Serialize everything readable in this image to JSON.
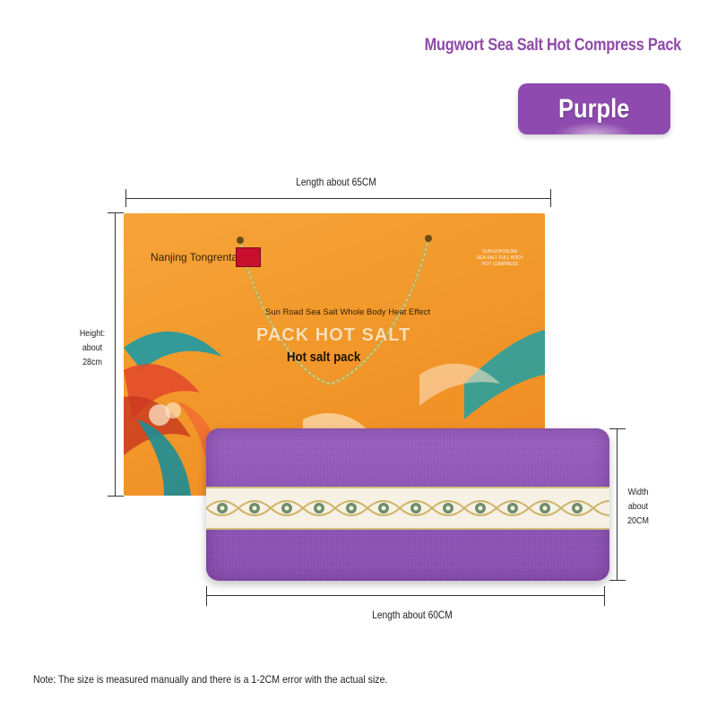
{
  "title": "Mugwort Sea Salt Hot Compress Pack",
  "color_option": {
    "label": "Purple",
    "color": "#8e4aae"
  },
  "dimensions": {
    "box_length": "Length about 65CM",
    "box_height": [
      "Height:",
      "about",
      "28cm"
    ],
    "pack_width": [
      "Width",
      "about",
      "20CM"
    ],
    "pack_length": "Length about 60CM"
  },
  "box": {
    "brand": "Nanjing Tongrentang",
    "small_text": [
      "SUN EXPOSURE",
      "SEA SALT FULL BODY",
      "HOT COMPRESS"
    ],
    "subtitle": "Sun Road Sea Salt Whole Body Heat Effect",
    "big_text": "PACK HOT SALT",
    "product_name": "Hot salt pack",
    "color": "#f29a2c"
  },
  "pack": {
    "color": "#8b4fb6",
    "ribbon_color": "#f6f1e4"
  },
  "note": "Note: The size is measured manually and there is a 1-2CM error with the actual size."
}
